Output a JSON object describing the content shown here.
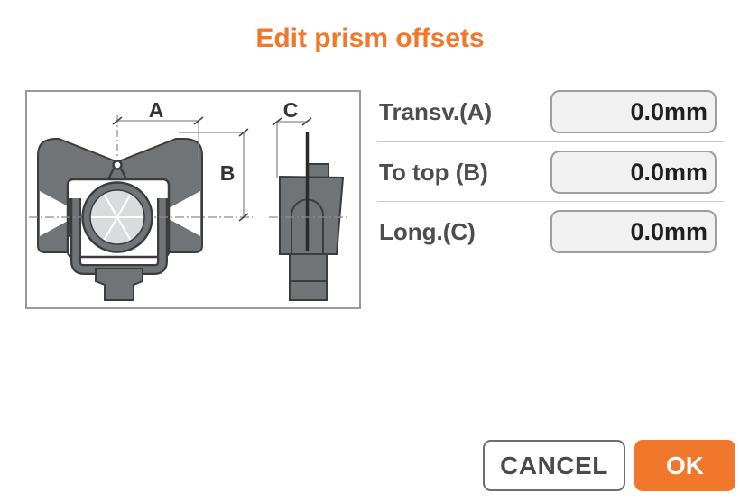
{
  "title": "Edit prism offsets",
  "colors": {
    "accent": "#F1772A",
    "label": "#4d4d4d",
    "value": "#1f1f1f",
    "field_bg": "#f1f1f1",
    "field_border": "#9e9e9e",
    "divider": "#c9c9c9",
    "diagram_border": "#9a9a9a",
    "cancel_border": "#6e6e6e",
    "cancel_text": "#4a4a4a",
    "ok_bg": "#F1772A",
    "ok_text": "#ffffff"
  },
  "diagram": {
    "description": "Technical drawing of a surveying prism, front and side view, with offset dimensions",
    "labels": {
      "a": "A",
      "b": "B",
      "c": "C"
    }
  },
  "fields": [
    {
      "id": "transv_a",
      "label": "Transv.(A)",
      "value": "0.0mm"
    },
    {
      "id": "to_top_b",
      "label": "To top (B)",
      "value": "0.0mm"
    },
    {
      "id": "long_c",
      "label": "Long.(C)",
      "value": "0.0mm"
    }
  ],
  "buttons": {
    "cancel": "CANCEL",
    "ok": "OK"
  }
}
